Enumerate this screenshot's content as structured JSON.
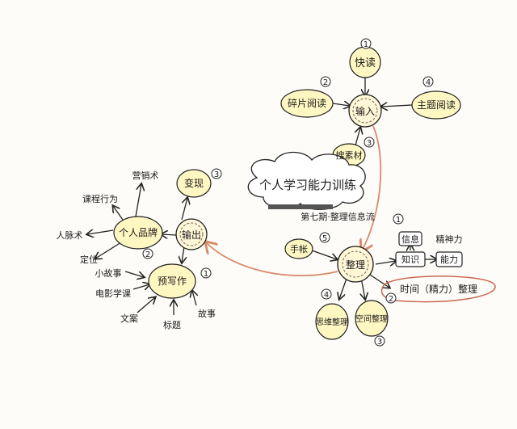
{
  "diagram": {
    "title": "个人学习能力训练",
    "subtitle": "第七期·整理信息流",
    "hubs": {
      "input": "输入",
      "output": "输出",
      "organize": "整理"
    },
    "input_branches": {
      "speed_reading": "快读",
      "speed_reading_num": "1",
      "fragment_reading": "碎片阅读",
      "fragment_reading_num": "2",
      "theme_reading": "主题阅读",
      "theme_reading_num": "4",
      "search": "搜素材",
      "search_num": "3"
    },
    "output_branches": {
      "monetize": "变现",
      "monetize_num": "3",
      "personal_brand": "个人品牌",
      "personal_brand_num": "2",
      "preview_writing": "预写作",
      "preview_writing_num": "1",
      "brand_leaves": [
        "营销术",
        "课程行为",
        "人脉术",
        "定位"
      ],
      "writing_leaves": [
        "小故事",
        "电影学课",
        "文案",
        "标题",
        "故事"
      ]
    },
    "organize_branches": {
      "info": "信息",
      "info_num": "1",
      "knowledge": "知识",
      "ability": "能力",
      "focus": "精神力",
      "time": "时间（精力）整理",
      "time_num": "2",
      "thinking": "思维整理",
      "thinking_num": "4",
      "space": "空间整理",
      "space_num": "3",
      "hand_account": "手帐",
      "hand_account_num": "5"
    }
  }
}
